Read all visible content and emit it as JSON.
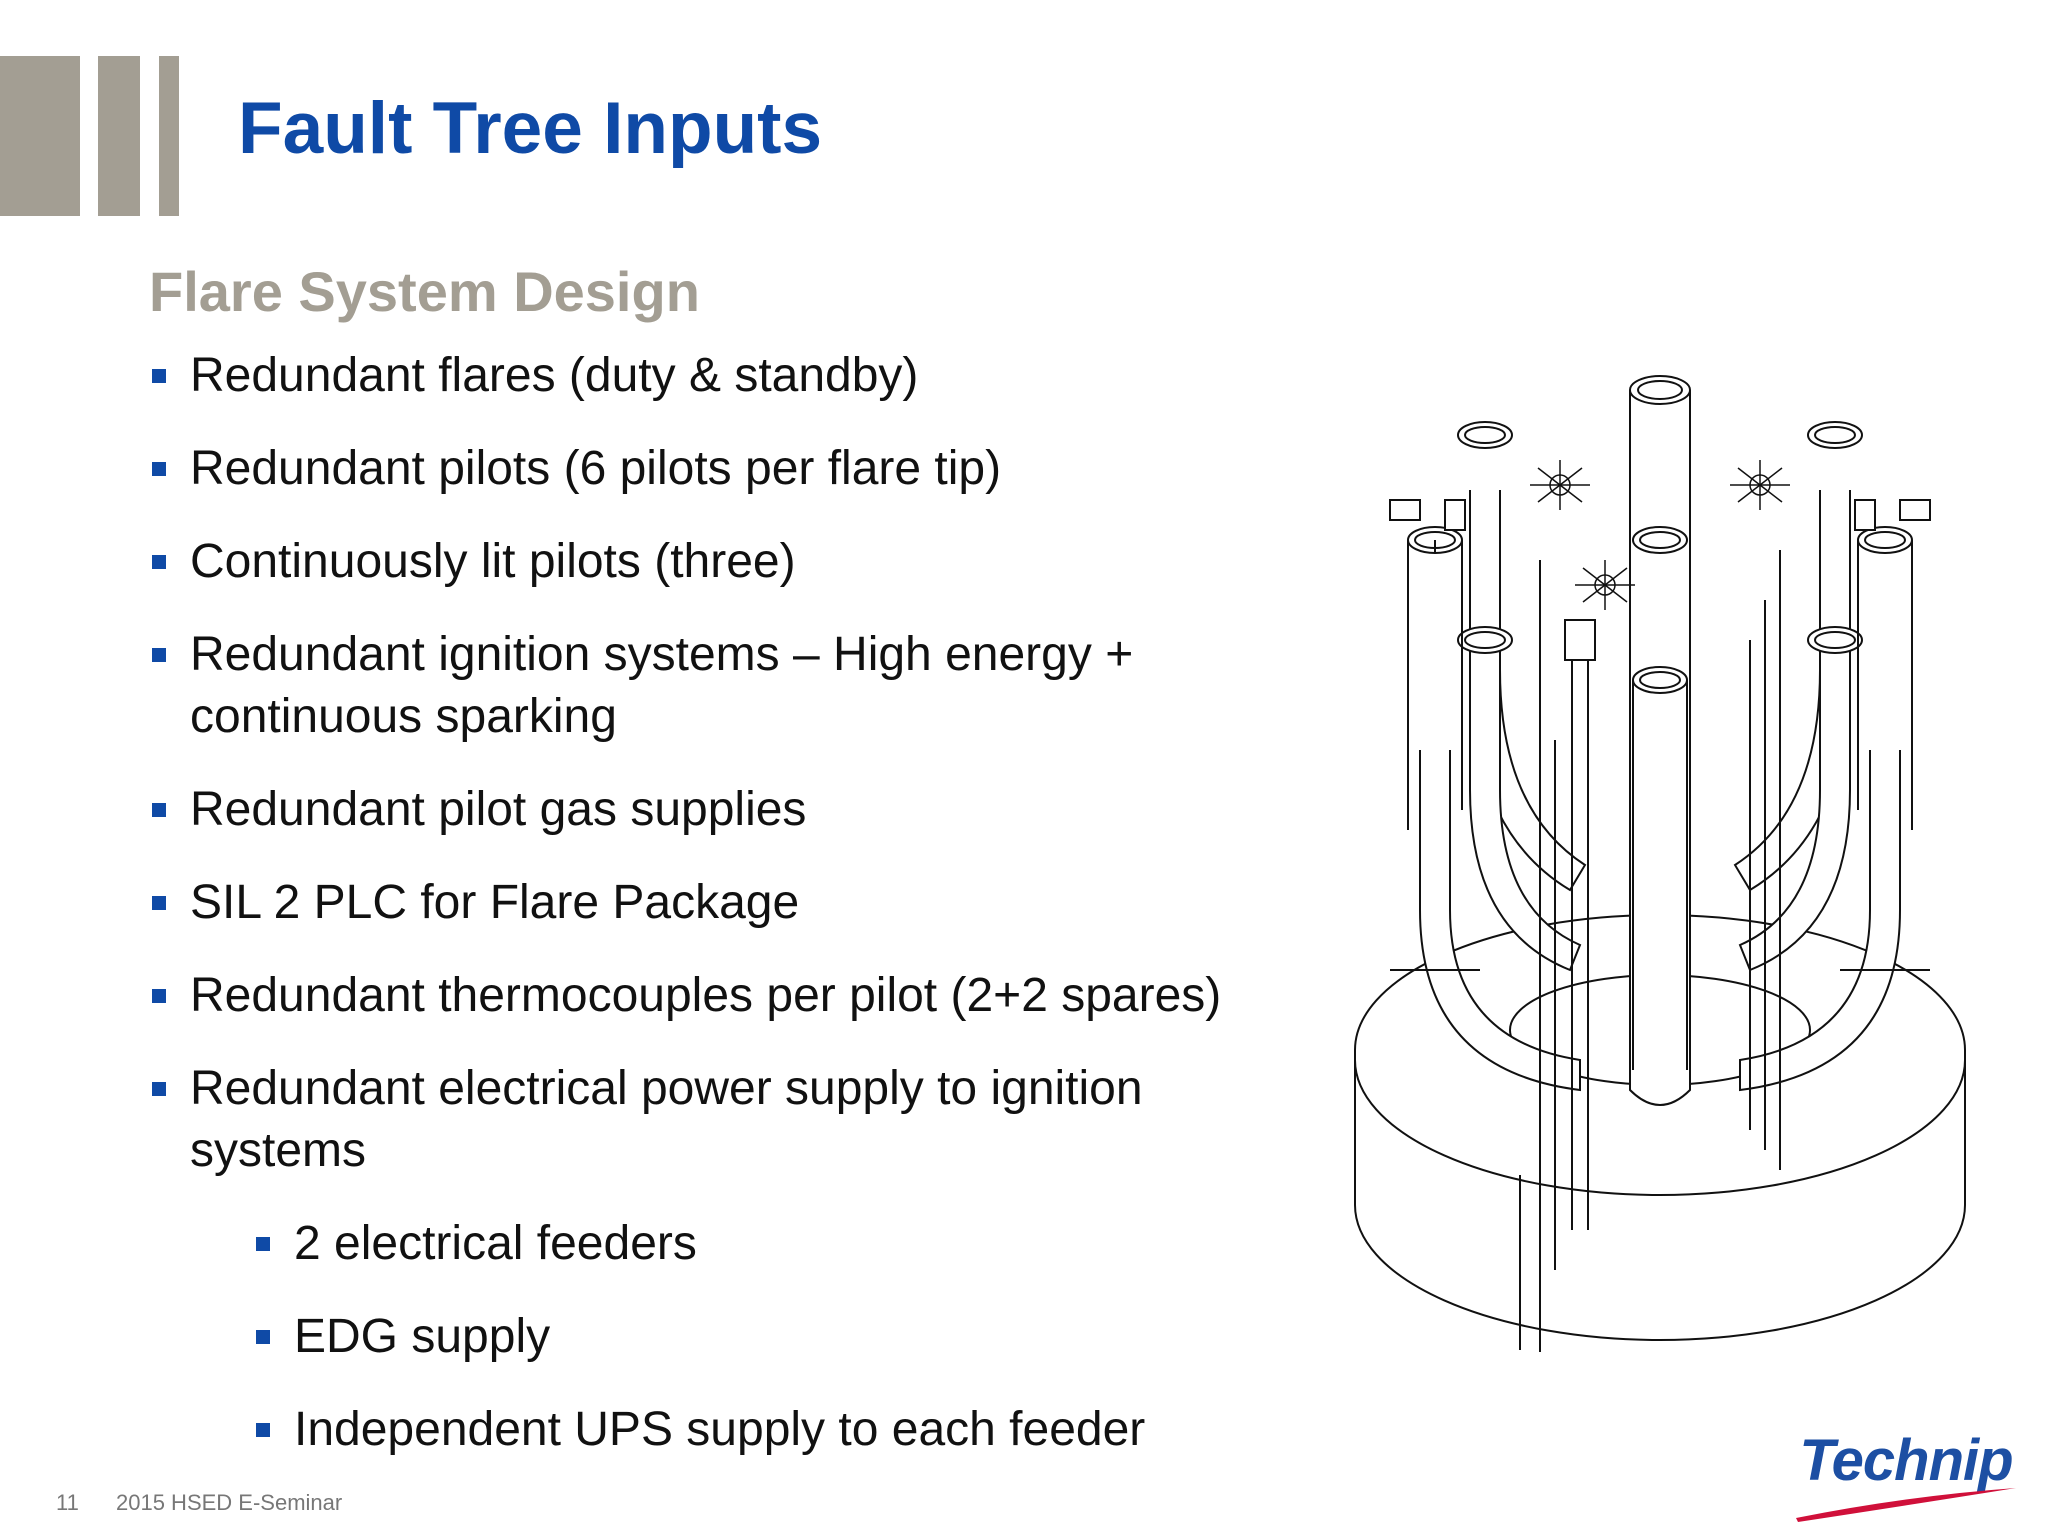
{
  "slide": {
    "title": "Fault Tree Inputs",
    "subtitle": "Flare System Design",
    "bullets": [
      {
        "text": "Redundant flares (duty & standby)",
        "level": 1
      },
      {
        "text": "Redundant pilots (6 pilots per flare tip)",
        "level": 1
      },
      {
        "text": "Continuously lit pilots (three)",
        "level": 1
      },
      {
        "text": "Redundant ignition systems – High energy + continuous sparking",
        "level": 1
      },
      {
        "text": "Redundant pilot gas supplies",
        "level": 1
      },
      {
        "text": "SIL 2 PLC for Flare Package",
        "level": 1
      },
      {
        "text": "Redundant thermocouples per pilot (2+2 spares)",
        "level": 1
      },
      {
        "text": "Redundant electrical power supply to ignition systems",
        "level": 1
      },
      {
        "text": "2 electrical feeders",
        "level": 2
      },
      {
        "text": "EDG supply",
        "level": 2
      },
      {
        "text": "Independent UPS supply to each feeder",
        "level": 2
      }
    ]
  },
  "footer": {
    "page_number": "11",
    "event": "2015 HSED E-Seminar"
  },
  "logo": {
    "text": "Technip",
    "text_color": "#1d4fa3",
    "swoosh_color": "#d0103a"
  },
  "colors": {
    "title": "#0f4aa6",
    "accent_bars": "#a39e93",
    "bullet_marker": "#0f4aa6"
  },
  "illustration": {
    "icon": "flare-stack-drawing-icon"
  }
}
